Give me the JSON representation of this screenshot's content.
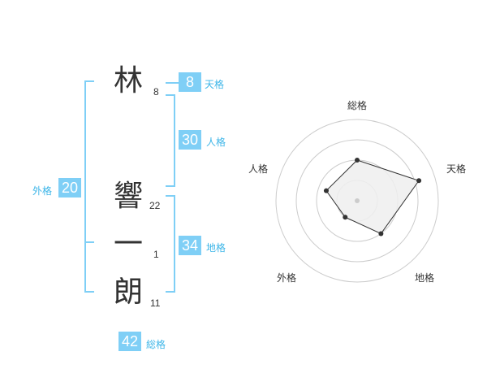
{
  "name": {
    "chars": [
      {
        "char": "林",
        "strokes": "8"
      },
      {
        "char": "響",
        "strokes": "22"
      },
      {
        "char": "一",
        "strokes": "1"
      },
      {
        "char": "朗",
        "strokes": "11"
      }
    ]
  },
  "kaku": {
    "tenkaku": {
      "value": "8",
      "label": "天格"
    },
    "jinkaku": {
      "value": "30",
      "label": "人格"
    },
    "chikaku": {
      "value": "34",
      "label": "地格"
    },
    "gaikaku": {
      "value": "20",
      "label": "外格"
    },
    "soukaku": {
      "value": "42",
      "label": "総格"
    }
  },
  "radar": {
    "axes": [
      "総格",
      "天格",
      "地格",
      "外格",
      "人格"
    ],
    "values": [
      0.5,
      0.8,
      0.5,
      0.25,
      0.4
    ],
    "rings": 4,
    "colors": {
      "grid": "#cccccc",
      "fill": "#efefef",
      "line": "#333333",
      "center": "#cccccc"
    }
  }
}
